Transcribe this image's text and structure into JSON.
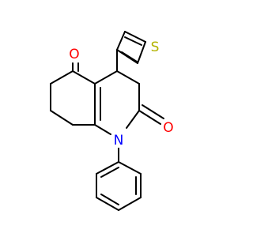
{
  "molecule": {
    "atoms": {
      "oxygen_ketone": {
        "symbol": "O",
        "color": "#ff0000"
      },
      "oxygen_lactam": {
        "symbol": "O",
        "color": "#ff0000"
      },
      "nitrogen": {
        "symbol": "N",
        "color": "#0000ff"
      },
      "sulfur": {
        "symbol": "S",
        "color": "#b2b200"
      }
    },
    "bond_color": "#000000"
  }
}
